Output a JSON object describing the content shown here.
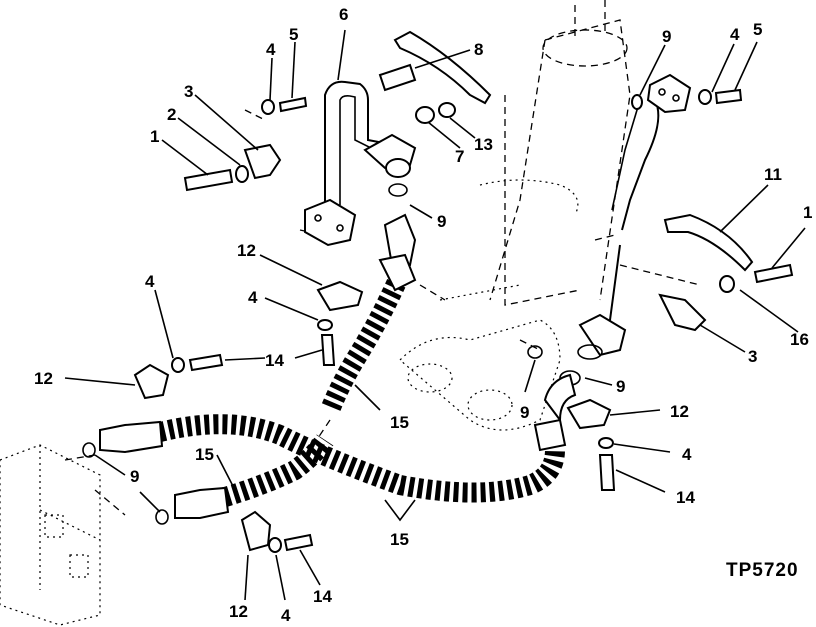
{
  "figure_id": "TP5720",
  "callouts": [
    {
      "id": "c1a",
      "text": "1"
    },
    {
      "id": "c2",
      "text": "2"
    },
    {
      "id": "c3a",
      "text": "3"
    },
    {
      "id": "c4a",
      "text": "4"
    },
    {
      "id": "c5a",
      "text": "5"
    },
    {
      "id": "c6",
      "text": "6"
    },
    {
      "id": "c8",
      "text": "8"
    },
    {
      "id": "c7",
      "text": "7"
    },
    {
      "id": "c13",
      "text": "13"
    },
    {
      "id": "c9a",
      "text": "9"
    },
    {
      "id": "c9b",
      "text": "9"
    },
    {
      "id": "c4b",
      "text": "4"
    },
    {
      "id": "c5b",
      "text": "5"
    },
    {
      "id": "c11",
      "text": "11"
    },
    {
      "id": "c1b",
      "text": "1"
    },
    {
      "id": "c16",
      "text": "16"
    },
    {
      "id": "c3b",
      "text": "3"
    },
    {
      "id": "c12a",
      "text": "12"
    },
    {
      "id": "c4c",
      "text": "4"
    },
    {
      "id": "c4d",
      "text": "4"
    },
    {
      "id": "c14a",
      "text": "14"
    },
    {
      "id": "c12b",
      "text": "12"
    },
    {
      "id": "c15a",
      "text": "15"
    },
    {
      "id": "c9c",
      "text": "9"
    },
    {
      "id": "c9d",
      "text": "9"
    },
    {
      "id": "c12c",
      "text": "12"
    },
    {
      "id": "c4e",
      "text": "4"
    },
    {
      "id": "c14b",
      "text": "14"
    },
    {
      "id": "c9e",
      "text": "9"
    },
    {
      "id": "c15b",
      "text": "15"
    },
    {
      "id": "c15c",
      "text": "15"
    },
    {
      "id": "c12d",
      "text": "12"
    },
    {
      "id": "c4f",
      "text": "4"
    },
    {
      "id": "c14c",
      "text": "14"
    }
  ]
}
